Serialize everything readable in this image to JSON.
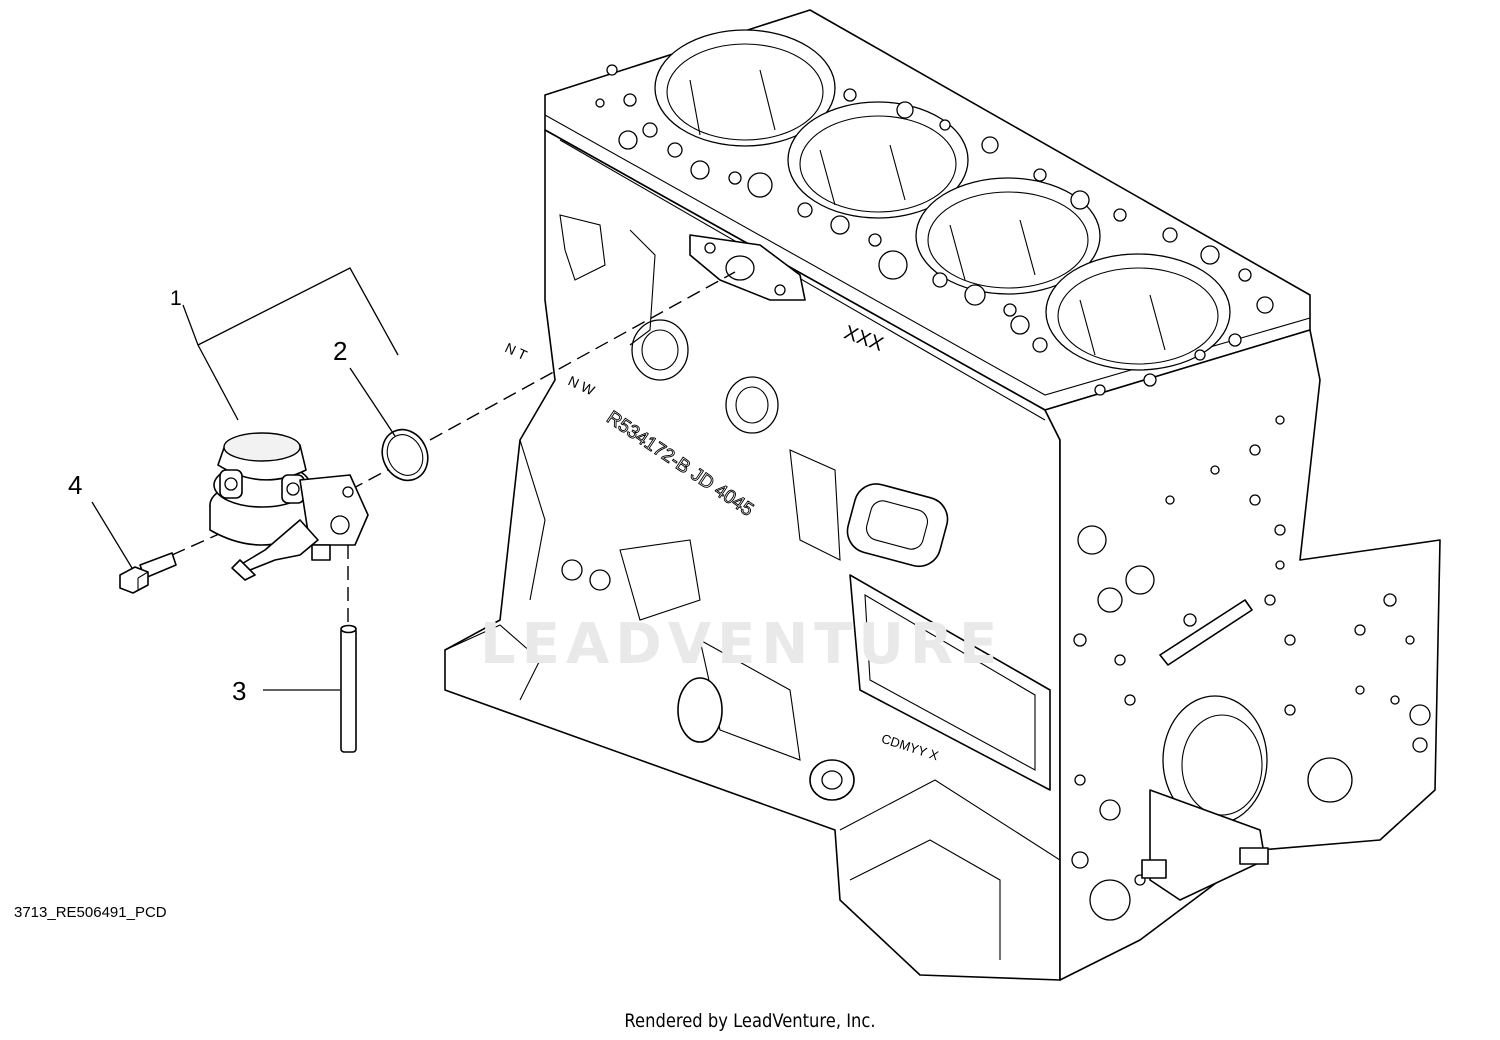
{
  "diagram": {
    "callouts": [
      {
        "id": "1",
        "label": "1"
      },
      {
        "id": "2",
        "label": "2"
      },
      {
        "id": "3",
        "label": "3"
      },
      {
        "id": "4",
        "label": "4"
      }
    ],
    "block_markings": {
      "top": "XXX",
      "side_a": "N T",
      "side_b": "N W",
      "part_cast": "R534172-B JD 4045",
      "pad": "CDMYY X"
    },
    "watermark": "LEADVENTURE",
    "drawing_id": "3713_RE506491_PCD",
    "credit": "Rendered by LeadVenture, Inc."
  }
}
